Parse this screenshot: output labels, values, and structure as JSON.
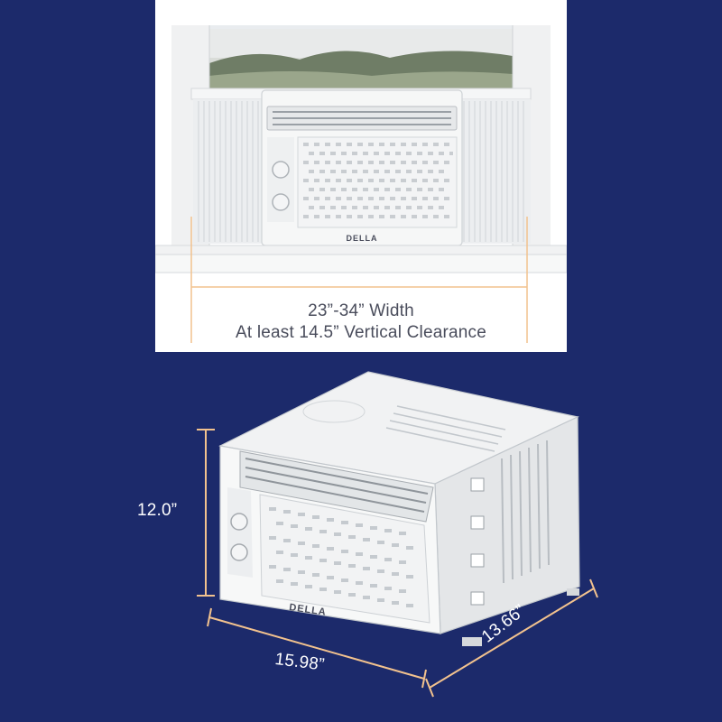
{
  "window_install": {
    "width_text": "23”-34” Width",
    "clearance_text": "At least 14.5” Vertical Clearance"
  },
  "brand": {
    "logo_text": "DELLA"
  },
  "dimensions": {
    "height": "12.0”",
    "width": "15.98”",
    "depth": "13.66”"
  },
  "colors": {
    "background": "#1c2a6b",
    "measure_line": "#f2c28e",
    "unit_body": "#f3f4f4",
    "text_dark": "#4a4d5c"
  }
}
